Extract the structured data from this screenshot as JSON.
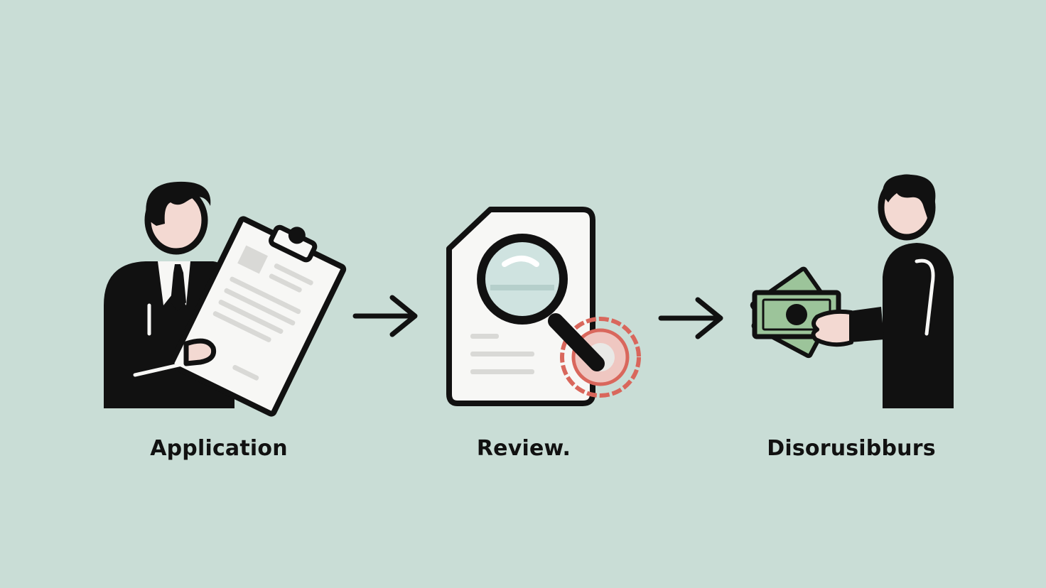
{
  "steps": [
    {
      "label": "Application",
      "icon": "applicant-clipboard-icon"
    },
    {
      "label": "Review.",
      "icon": "document-magnifier-icon"
    },
    {
      "label": "Disorusibburs",
      "icon": "cash-handover-icon"
    }
  ],
  "connectors": [
    "arrow-right-icon",
    "arrow-right-icon"
  ],
  "colors": {
    "background": "#c9ddd6",
    "ink": "#111111",
    "skin": "#f3d9d2",
    "paper": "#f7f7f5",
    "lens": "#cfe3e0",
    "stamp": "#d9675c",
    "cash": "#9cc49a"
  }
}
